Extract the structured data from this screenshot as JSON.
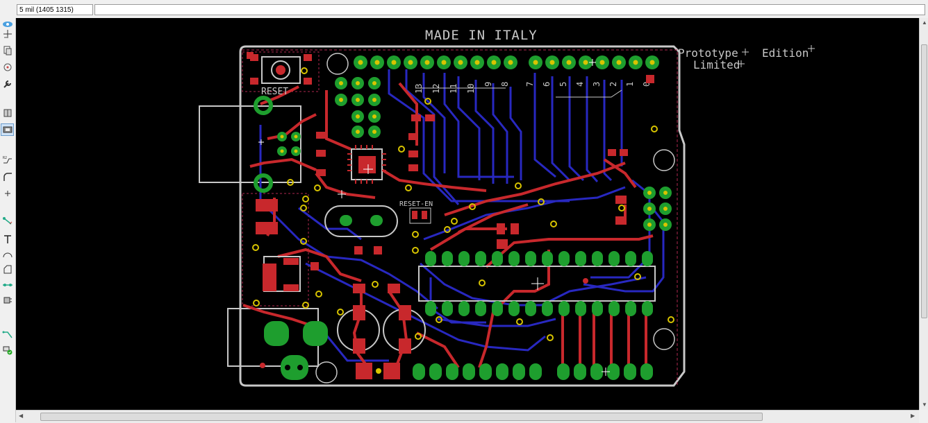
{
  "toolbar": {
    "coord_readout": "5 mil (1405 1315)"
  },
  "tool_icons": [
    "eye-icon",
    "crosshair-icon",
    "copy-icon",
    "circle-icon",
    "wrench-icon",
    "split-icon",
    "layer-icon",
    "route-icon",
    "curve-icon",
    "plus-icon",
    "ratsnest-icon",
    "text-icon",
    "arc-icon",
    "polygon-icon",
    "via-icon",
    "smd-icon",
    "autorouter-icon",
    "drc-icon"
  ],
  "board": {
    "title": "MADE IN ITALY",
    "edition_line1": "Prototype",
    "edition_word": "Edition",
    "edition_line2": "Limited",
    "reset_label": "RESET",
    "reset_en_label": "RESET-EN",
    "pin_labels_left": [
      "13",
      "12",
      "11",
      "10",
      "9",
      "8"
    ],
    "pin_labels_right": [
      "7",
      "6",
      "5",
      "4",
      "3",
      "2",
      "1",
      "0"
    ]
  },
  "colors": {
    "background": "#000000",
    "top_copper": "#c8282c",
    "bottom_copper": "#2828c0",
    "pad": "#1e9e2e",
    "via": "#d8c400",
    "outline": "#c8c8c8",
    "dimension": "#b02850"
  }
}
